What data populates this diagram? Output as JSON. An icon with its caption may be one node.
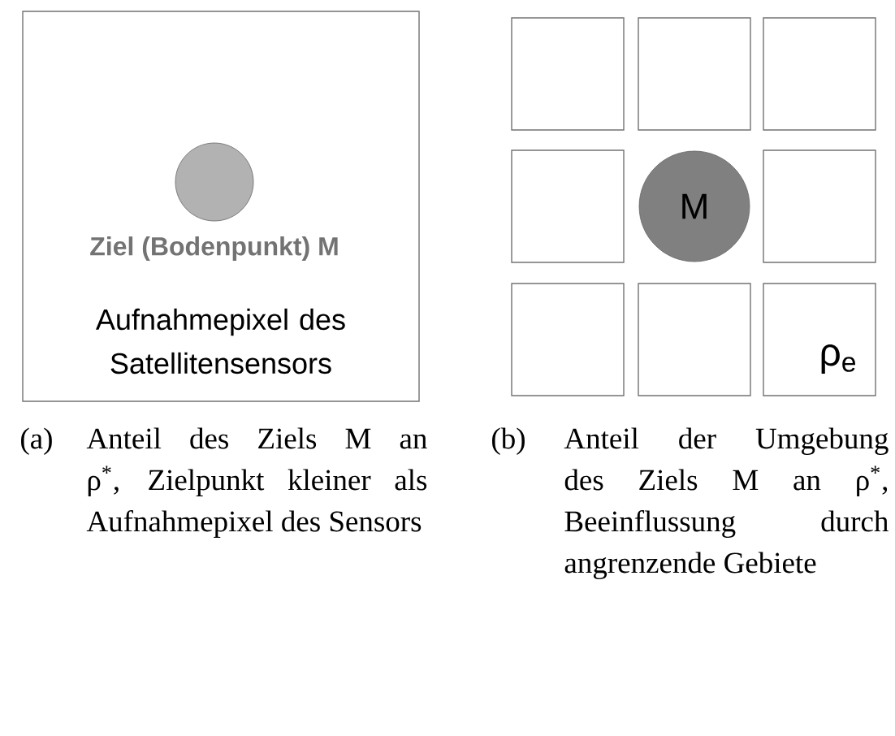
{
  "diagram": {
    "nodes": [
      {
        "text": [
          "Aufnahmepixel des Satellitensensors"
        ]
      },
      {
        "text": [],
        "shape": "circle",
        "in": 0,
        "beside": [
          "Ziel (Bodenpunkt) M"
        ]
      },
      {
        "text": [],
        "shape": "box"
      },
      {
        "text": [],
        "shape": "box"
      },
      {
        "text": [],
        "shape": "box"
      },
      {
        "text": [],
        "shape": "box"
      },
      {
        "text": [
          "M"
        ]
      },
      {
        "text": [],
        "shape": "box"
      },
      {
        "text": [],
        "shape": "box"
      },
      {
        "text": [],
        "shape": "box"
      },
      {
        "text": [
          "ρ$_{e}$"
        ]
      }
    ],
    "edges": [],
    "labels": [
      "(a)",
      "Anteil des Ziels M an ρ$^{*}$, Zielpunkt kleiner als Aufnahmepixel des Sensors",
      "(b)",
      "Anteil der Umgebung des Ziels M an ρ$^{*}$, Beeinflussung durch angrenzende Gebiete"
    ]
  }
}
